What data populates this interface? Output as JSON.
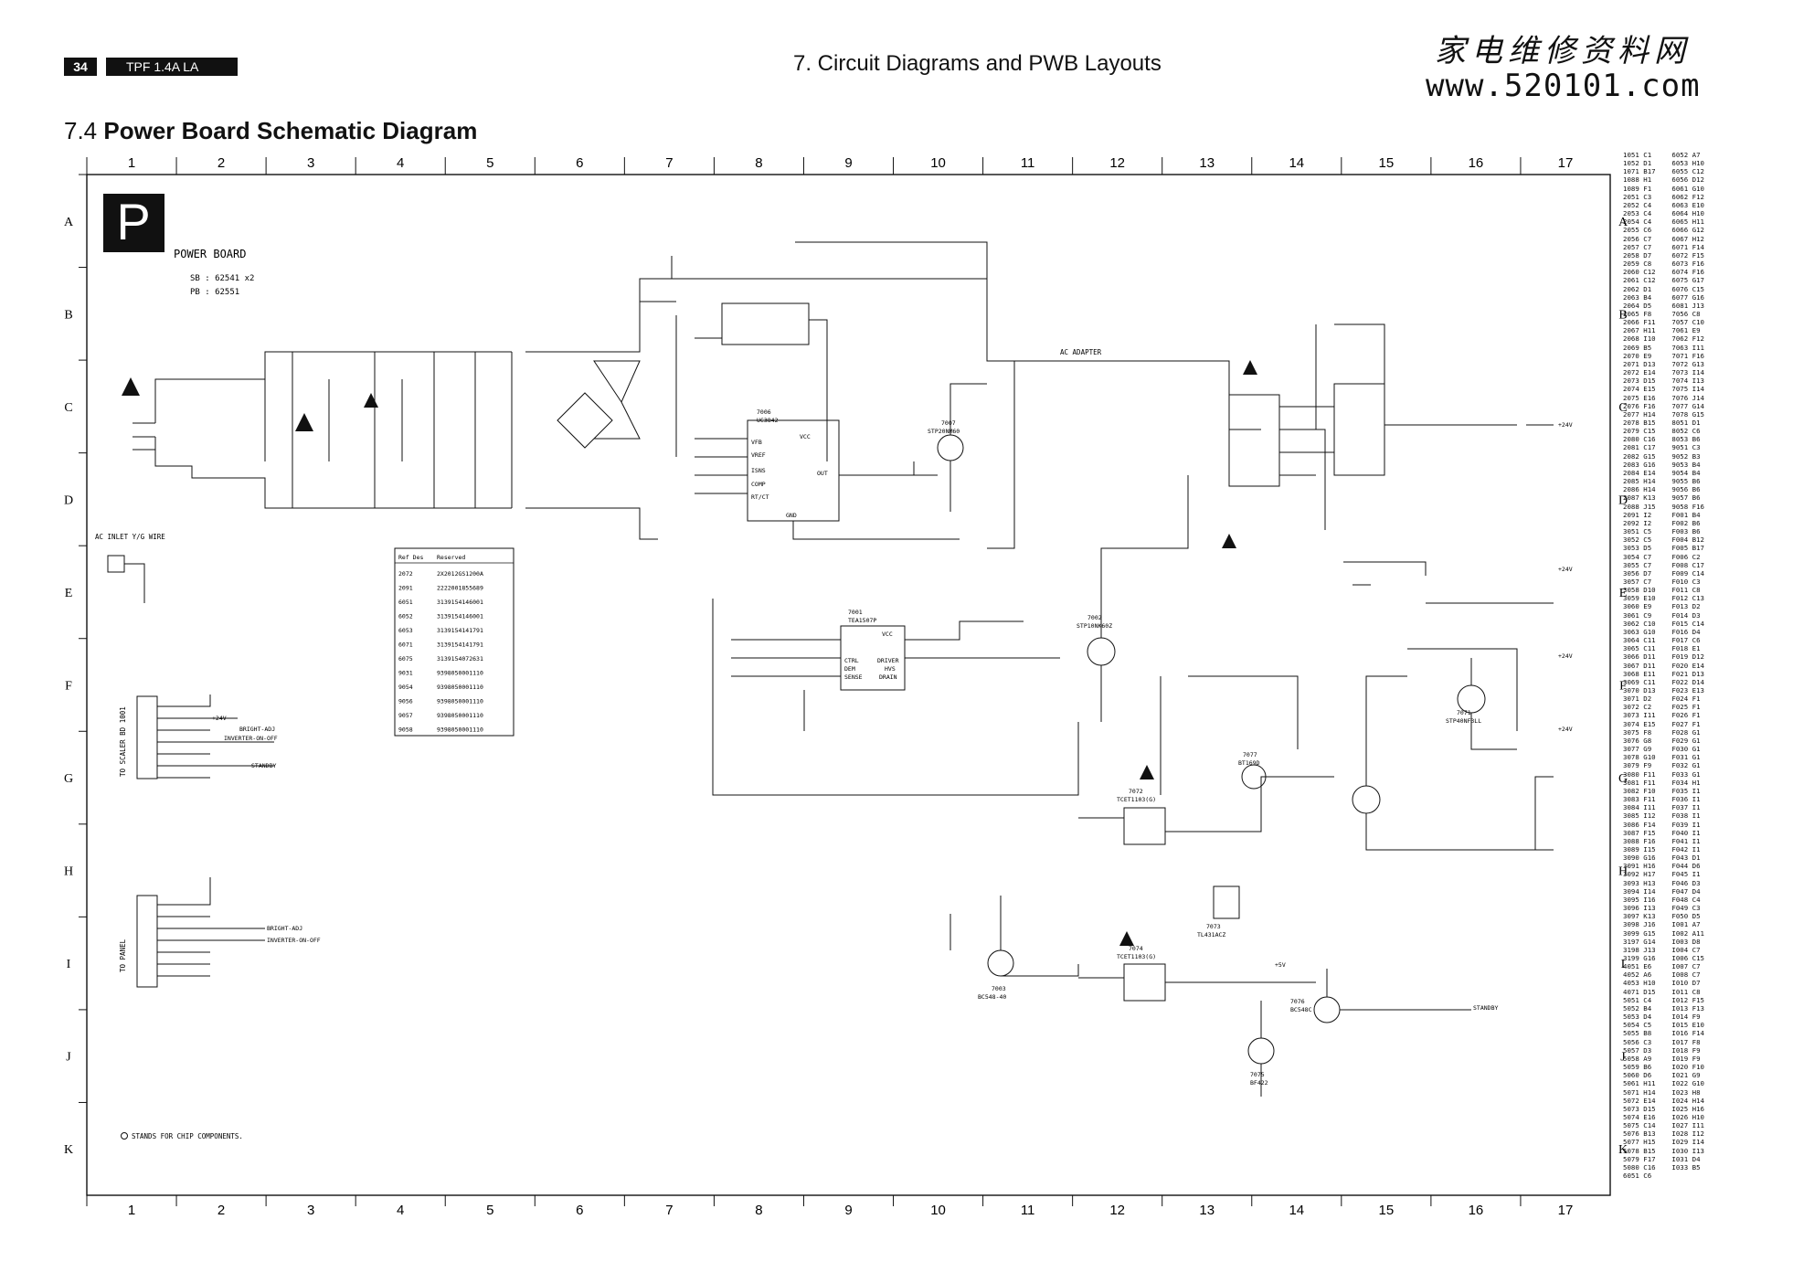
{
  "header": {
    "page_number": "34",
    "model": "TPF 1.4A LA",
    "chapter": "7. Circuit Diagrams and PWB Layouts",
    "section_number": "7.4",
    "section_title": "Power Board Schematic Diagram",
    "watermark_cn": "家电维修资料网",
    "watermark_url": "www.520101.com"
  },
  "grid": {
    "columns": [
      "1",
      "2",
      "3",
      "4",
      "5",
      "6",
      "7",
      "8",
      "9",
      "10",
      "11",
      "12",
      "13",
      "14",
      "15",
      "16",
      "17"
    ],
    "rows": [
      "A",
      "B",
      "C",
      "D",
      "E",
      "F",
      "G",
      "H",
      "I",
      "J",
      "K"
    ]
  },
  "board": {
    "letter": "P",
    "title": "POWER BOARD",
    "sb": "SB : 62541 x2",
    "pb": "PB : 62551",
    "ac_inlet": "AC INLET Y/G WIRE",
    "ac_adapter": "AC ADAPTER",
    "note": "STANDS FOR CHIP COMPONENTS."
  },
  "connectors": {
    "scaler_label": "TO SCALER BD 1001",
    "panel_label": "TO PANEL",
    "scaler_sigs": [
      "+24V",
      "BRIGHT-ADJ",
      "INVERTER-ON-OFF",
      "STANDBY"
    ],
    "panel_sigs": [
      "BRIGHT-ADJ",
      "INVERTER-ON-OFF"
    ],
    "rails": [
      "+24V",
      "+24V",
      "+24V",
      "+24V",
      "STANDBY",
      "+5V"
    ]
  },
  "ics": [
    {
      "ref": "7006",
      "part": "UC3842",
      "pins": [
        "VCC",
        "VFB",
        "COMP",
        "ISNS",
        "RT/CT",
        "OUT",
        "VREF",
        "GND"
      ]
    },
    {
      "ref": "7001",
      "part": "TEA1507P",
      "pins": [
        "VCC",
        "CTRL",
        "DEM",
        "SENSE",
        "DRIVER",
        "HVS",
        "DRAIN"
      ]
    },
    {
      "ref": "7072",
      "part": "TCET1103(G)"
    },
    {
      "ref": "7074",
      "part": "TCET1103(G)"
    },
    {
      "ref": "7073",
      "part": "TL431ACZ"
    },
    {
      "ref": "7007",
      "part": "STP20NM60"
    },
    {
      "ref": "7002",
      "part": "STP10NK60Z"
    },
    {
      "ref": "7071",
      "part": "STP40NF3LL"
    },
    {
      "ref": "7003",
      "part": "BC548-40"
    },
    {
      "ref": "7075",
      "part": "BF422"
    },
    {
      "ref": "7076",
      "part": "BC548C"
    },
    {
      "ref": "7077",
      "part": "BT169D"
    }
  ],
  "ref_table": {
    "headers": [
      "Ref Des",
      "Reserved"
    ],
    "rows": [
      [
        "2072",
        "2X2012GS1200A"
      ],
      [
        "2091",
        "2222001855689"
      ],
      [
        "6051",
        "3139154146001"
      ],
      [
        "6052",
        "3139154146001"
      ],
      [
        "6053",
        "3139154141791"
      ],
      [
        "6071",
        "3139154141791"
      ],
      [
        "6075",
        "3139154072631"
      ],
      [
        "9031",
        "9398050001110"
      ],
      [
        "9054",
        "9398050001110"
      ],
      [
        "9056",
        "9398050001110"
      ],
      [
        "9057",
        "9398050001110"
      ],
      [
        "9058",
        "9398050001110"
      ]
    ]
  },
  "location_index": [
    "1051 C1",
    "1052 D1",
    "1071 B17",
    "1088 H1",
    "1089 F1",
    "2051 C3",
    "2052 C4",
    "2053 C4",
    "2054 C4",
    "2055 C6",
    "2056 C7",
    "2057 C7",
    "2058 D7",
    "2059 C8",
    "2060 C12",
    "2061 C12",
    "2062 D1",
    "2063 B4",
    "2064 D5",
    "2065 F8",
    "2066 F11",
    "2067 H11",
    "2068 I10",
    "2069 B5",
    "2070 E9",
    "2071 D13",
    "2072 E14",
    "2073 D15",
    "2074 E15",
    "2075 E16",
    "2076 F16",
    "2077 H14",
    "2078 B15",
    "2079 C15",
    "2080 C16",
    "2081 C17",
    "2082 G15",
    "2083 G16",
    "2084 E14",
    "2085 H14",
    "2086 H14",
    "2087 K13",
    "2088 J15",
    "2091 I2",
    "2092 I2",
    "3051 C5",
    "3052 C5",
    "3053 D5",
    "3054 C7",
    "3055 C7",
    "3056 D7",
    "3057 C7",
    "3058 D10",
    "3059 E10",
    "3060 E9",
    "3061 C9",
    "3062 C10",
    "3063 G10",
    "3064 C11",
    "3065 C11",
    "3066 D11",
    "3067 D11",
    "3068 E11",
    "3069 C11",
    "3070 D13",
    "3071 D2",
    "3072 C2",
    "3073 I11",
    "3074 E15",
    "3075 F8",
    "3076 G8",
    "3077 G9",
    "3078 G10",
    "3079 F9",
    "3080 F11",
    "3081 F11",
    "3082 F10",
    "3083 F11",
    "3084 I11",
    "3085 I12",
    "3086 F14",
    "3087 F15",
    "3088 F16",
    "3089 I15",
    "3090 G16",
    "3091 H16",
    "3092 H17",
    "3093 H13",
    "3094 I14",
    "3095 I16",
    "3096 I13",
    "3097 K13",
    "3098 J16",
    "3099 G15",
    "3197 G14",
    "3198 J13",
    "3199 G16",
    "4051 E6",
    "4052 A6",
    "4053 H10",
    "4071 D15",
    "5051 C4",
    "5052 B4",
    "5053 D4",
    "5054 C5",
    "5055 B8",
    "5056 C3",
    "5057 D3",
    "5058 A9",
    "5059 B6",
    "5060 D6",
    "5061 H11",
    "5071 H14",
    "5072 E14",
    "5073 D15",
    "5074 E16",
    "5075 C14",
    "5076 B13",
    "5077 H15",
    "5078 B15",
    "5079 F17",
    "5080 C16",
    "6051 C6",
    "6052 A7",
    "6053 H10",
    "6055 C12",
    "6056 D12",
    "6061 G10",
    "6062 F12",
    "6063 E10",
    "6064 H10",
    "6065 H11",
    "6066 G12",
    "6067 H12",
    "6071 F14",
    "6072 F15",
    "6073 F16",
    "6074 F16",
    "6075 G17",
    "6076 C15",
    "6077 G16",
    "6081 J13",
    "7056 C8",
    "7057 C10",
    "7061 E9",
    "7062 F12",
    "7063 I11",
    "7071 F16",
    "7072 G13",
    "7073 I14",
    "7074 I13",
    "7075 I14",
    "7076 J14",
    "7077 G14",
    "7078 G15",
    "8051 D1",
    "8052 C6",
    "8053 B6",
    "9051 C3",
    "9052 B3",
    "9053 B4",
    "9054 B4",
    "9055 B6",
    "9056 B6",
    "9057 B6",
    "9058 F16",
    "F001 B4",
    "F002 B6",
    "F003 B6",
    "F004 B12",
    "F005 B17",
    "F006 C2",
    "F008 C17",
    "F009 C14",
    "F010 C3",
    "F011 C8",
    "F012 C13",
    "F013 D2",
    "F014 D3",
    "F015 C14",
    "F016 D4",
    "F017 C6",
    "F018 E1",
    "F019 D12",
    "F020 E14",
    "F021 D13",
    "F022 D14",
    "F023 E13",
    "F024 F1",
    "F025 F1",
    "F026 F1",
    "F027 F1",
    "F028 G1",
    "F029 G1",
    "F030 G1",
    "F031 G1",
    "F032 G1",
    "F033 G1",
    "F034 H1",
    "F035 I1",
    "F036 I1",
    "F037 I1",
    "F038 I1",
    "F039 I1",
    "F040 I1",
    "F041 I1",
    "F042 I1",
    "F043 D1",
    "F044 D6",
    "F045 I1",
    "F046 D3",
    "F047 D4",
    "F048 C4",
    "F049 C3",
    "F050 D5",
    "I001 A7",
    "I002 A11",
    "I003 D8",
    "I004 C7",
    "I006 C15",
    "I007 C7",
    "I008 C7",
    "I010 D7",
    "I011 C8",
    "I012 F15",
    "I013 F13",
    "I014 F9",
    "I015 E10",
    "I016 F14",
    "I017 F8",
    "I018 F9",
    "I019 F9",
    "I020 F10",
    "I021 G9",
    "I022 G10",
    "I023 H8",
    "I024 H14",
    "I025 H16",
    "I026 H10",
    "I027 I11",
    "I028 I12",
    "I029 I14",
    "I030 I13",
    "I031 D4",
    "I033 B5"
  ]
}
